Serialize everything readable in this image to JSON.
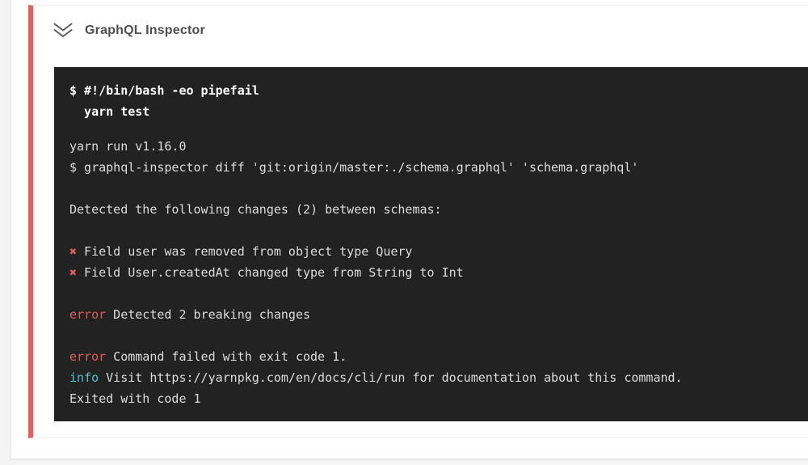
{
  "page": {
    "background_color": "#f4f4f4"
  },
  "card": {
    "accent_color": "#ee5b5b",
    "header": {
      "icon": "double-chevron-down",
      "title": "GraphQL Inspector"
    }
  },
  "terminal": {
    "background_color": "#222222",
    "colors": {
      "command": "#ffffff",
      "output": "#dcdcdc",
      "error": "#dd5c5c",
      "info": "#57c2cc"
    },
    "command_lines": [
      "$ #!/bin/bash -eo pipefail",
      "  yarn test"
    ],
    "output_lines": [
      [
        {
          "t": "yarn run v1.16.0"
        }
      ],
      [
        {
          "t": "$ graphql-inspector diff 'git:origin/master:./schema.graphql' 'schema.graphql'"
        }
      ],
      [],
      [
        {
          "t": "Detected the following changes (2) between schemas:"
        }
      ],
      [],
      [
        {
          "t": "✖",
          "c": "error"
        },
        {
          "t": " Field user was removed from object type Query"
        }
      ],
      [
        {
          "t": "✖",
          "c": "error"
        },
        {
          "t": " Field User.createdAt changed type from String to Int"
        }
      ],
      [],
      [
        {
          "t": "error",
          "c": "error"
        },
        {
          "t": " Detected 2 breaking changes"
        }
      ],
      [],
      [
        {
          "t": "error",
          "c": "error"
        },
        {
          "t": " Command failed with exit code 1."
        }
      ],
      [
        {
          "t": "info",
          "c": "info"
        },
        {
          "t": " Visit https://yarnpkg.com/en/docs/cli/run for documentation about this command."
        }
      ],
      [
        {
          "t": "Exited with code 1"
        }
      ]
    ]
  }
}
